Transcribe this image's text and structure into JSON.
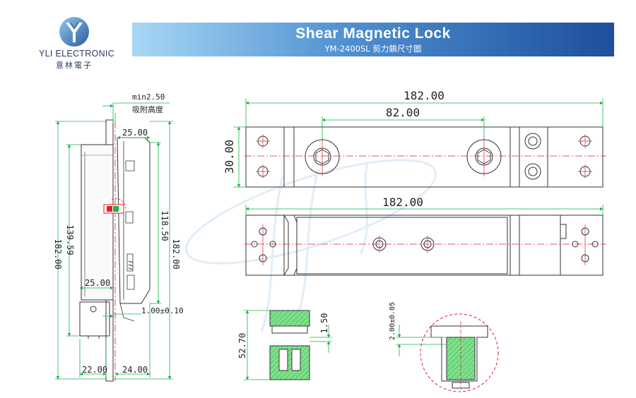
{
  "brand": {
    "name_en": "YLI ELECTRONIC",
    "name_zh": "意林電子"
  },
  "banner": {
    "title": "Shear Magnetic Lock",
    "subtitle": "YM-2400SL 剪力鎖尺寸圖"
  },
  "side_view": {
    "min_gap": "min2.50",
    "min_gap_note": "吸附高度",
    "top_width": "25.00",
    "height_total_left": "182.00",
    "height_inner": "139.59",
    "height_mid": "118.50",
    "height_total_right": "182.00",
    "lower_width": "25.00",
    "gap": "1.00±0.10",
    "base_left": "22.00",
    "base_right": "24.00"
  },
  "top_view": {
    "length": "182.00",
    "hole_spacing": "82.00",
    "height": "30.00"
  },
  "front_view": {
    "length": "182.00"
  },
  "detail_section": {
    "height": "52.70",
    "gap": "1.50"
  },
  "detail_bolt": {
    "tolerance": "2.00±0.05"
  },
  "colors": {
    "dimension_line": "#19b24b",
    "center_line": "#e0202a",
    "part_outline": "#333333",
    "section_fill": "#55d36a",
    "banner_start": "#a9d8f5",
    "banner_end": "#1d4f9c",
    "brand_text": "#2b3a67"
  }
}
